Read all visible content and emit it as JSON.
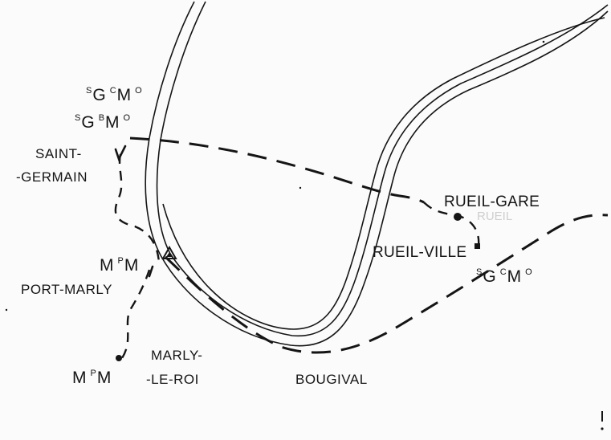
{
  "map": {
    "places": {
      "saint_germain": [
        "SAINT-",
        "-GERMAIN"
      ],
      "port_marly": "PORT-MARLY",
      "marly_le_roi": [
        "MARLY-",
        "-LE-ROI"
      ],
      "bougival": "BOUGIVAL",
      "rueil_gare": "RUEIL-GARE",
      "rueil_ville": "RUEIL-VILLE",
      "rueil_faint": "RUEIL"
    },
    "codes": {
      "sgcm_top": {
        "a": "G",
        "a_sup_l": "S",
        "a_sup_r": "C",
        "b": "M",
        "b_sup": "O"
      },
      "sgbm": {
        "a": "G",
        "a_sup_l": "S",
        "a_sup_r": "B",
        "b": "M",
        "b_sup": "O"
      },
      "mpm_1": {
        "a": "M",
        "a_sup": "P",
        "b": "M"
      },
      "mpm_2": {
        "a": "M",
        "a_sup": "P",
        "b": "M"
      },
      "sgcm_bottom": {
        "a": "G",
        "a_sup_l": "S",
        "a_sup_r": "C",
        "b": "M",
        "b_sup": "O"
      }
    },
    "style": {
      "ink": "#151515",
      "paper": "#fbfbfb"
    }
  }
}
